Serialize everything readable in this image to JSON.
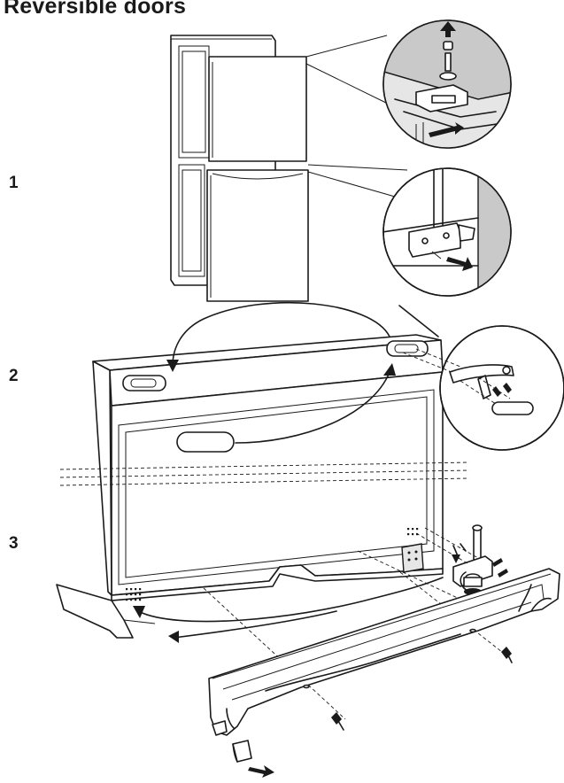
{
  "title": "Reversible doors",
  "steps": [
    {
      "label": "1"
    },
    {
      "label": "2"
    },
    {
      "label": "3"
    }
  ],
  "colors": {
    "ink": "#1a1a1a",
    "detail_shade": "#c9c9c9",
    "background": "#ffffff"
  }
}
